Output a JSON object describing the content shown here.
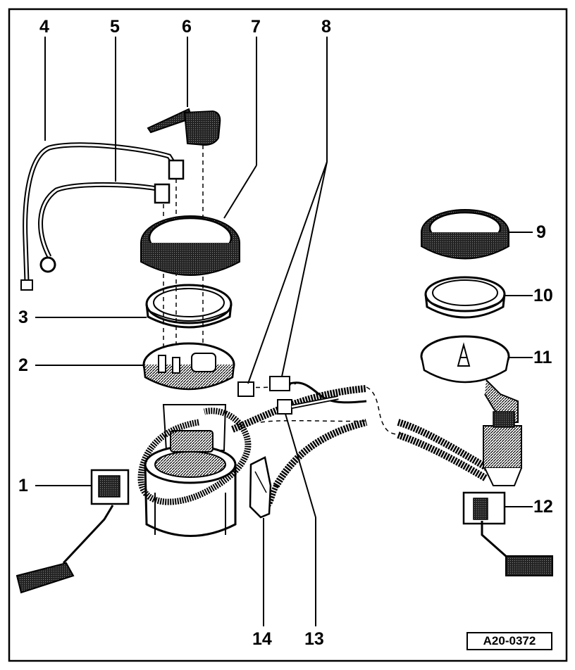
{
  "figure": {
    "reference": "A20-0372",
    "callouts": {
      "c1": "1",
      "c2": "2",
      "c3": "3",
      "c4": "4",
      "c5": "5",
      "c6": "6",
      "c7": "7",
      "c8": "8",
      "c9": "9",
      "c10": "10",
      "c11": "11",
      "c12": "12",
      "c13": "13",
      "c14": "14"
    }
  }
}
